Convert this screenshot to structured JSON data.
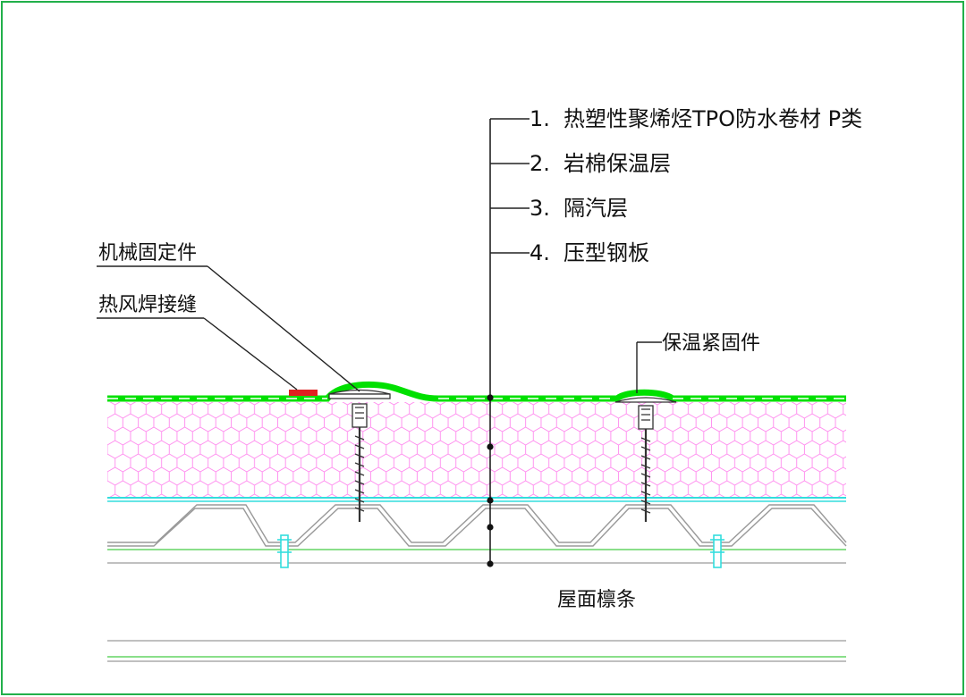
{
  "diagram": {
    "layer_labels": [
      {
        "num": "1.",
        "text": "热塑性聚烯烃TPO防水卷材  P类"
      },
      {
        "num": "2.",
        "text": "岩棉保温层"
      },
      {
        "num": "3.",
        "text": "隔汽层"
      },
      {
        "num": "4.",
        "text": "压型钢板"
      }
    ],
    "callouts": {
      "mechanical_fastener": "机械固定件",
      "hot_air_weld": "热风焊接缝",
      "insulation_fastener": "保温紧固件",
      "purlin": "屋面檩条"
    },
    "colors": {
      "frame": "#22b04a",
      "membrane": "#00e000",
      "insulation_hex": "#ff88ee",
      "vapor_barrier": "#33dddd",
      "weld": "#e02020",
      "deck": "#9a9a9a",
      "purlin_line": "#44cc44",
      "bolt": "#33dddd"
    }
  }
}
